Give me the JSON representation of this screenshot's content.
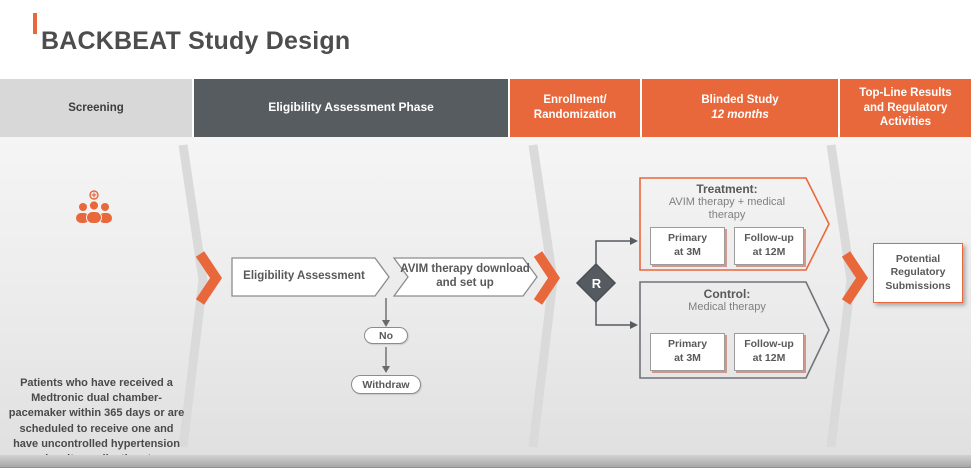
{
  "title": "BACKBEAT Study Design",
  "colors": {
    "accent_orange": "#E8683B",
    "header_dark_gray": "#575C61",
    "header_light_gray": "#D8D8D8",
    "text_dark": "#4D4D4D",
    "text_gray": "#808080"
  },
  "phases": [
    {
      "label": "Screening"
    },
    {
      "label": "Eligibility Assessment Phase"
    },
    {
      "label": "Enrollment/ Randomization"
    },
    {
      "label": "Blinded Study",
      "sublabel": "12 months"
    },
    {
      "label": "Top-Line Results and Regulatory Activities"
    }
  ],
  "screening": {
    "icon": "patients-group-icon",
    "description": "Patients who have received a Medtronic dual chamber-pacemaker within 365 days or are scheduled to receive one and have uncontrolled hypertension despite medications*"
  },
  "eligibility": {
    "assessment_label": "Eligibility Assessment",
    "avim_label": "AVIM therapy download and set up",
    "no_label": "No",
    "withdraw_label": "Withdraw"
  },
  "randomization": {
    "label": "R"
  },
  "blinded_study": {
    "treatment": {
      "title": "Treatment:",
      "subtitle": "AVIM therapy + medical therapy",
      "milestones": [
        {
          "line1": "Primary",
          "line2": "at 3M"
        },
        {
          "line1": "Follow-up",
          "line2": "at 12M"
        }
      ]
    },
    "control": {
      "title": "Control:",
      "subtitle": "Medical therapy",
      "milestones": [
        {
          "line1": "Primary",
          "line2": "at 3M"
        },
        {
          "line1": "Follow-up",
          "line2": "at 12M"
        }
      ]
    }
  },
  "topline": {
    "label": "Potential Regulatory Submissions"
  }
}
